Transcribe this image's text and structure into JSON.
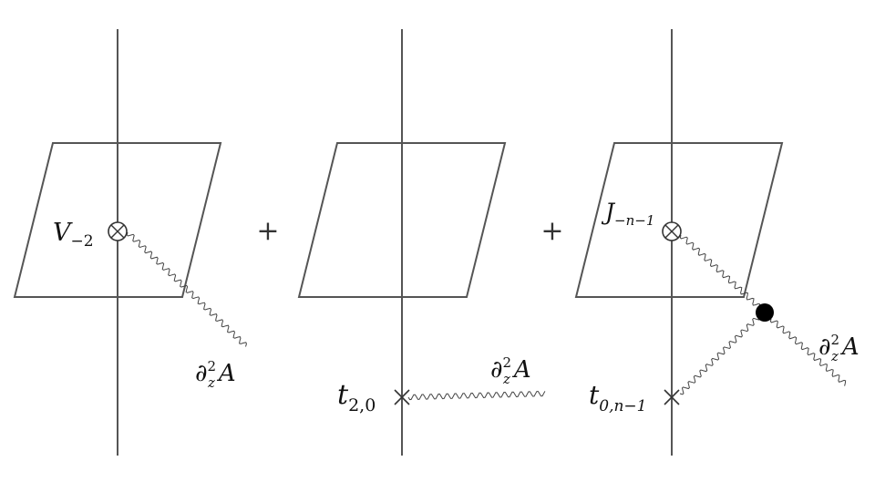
{
  "panels": [
    {
      "insertion": {
        "symbol": "V",
        "subscript": "−2",
        "marker": "otimes-icon"
      },
      "field": {
        "base": "∂",
        "sup": "2",
        "sub": "z",
        "name": "A"
      }
    },
    {
      "source": {
        "symbol": "t",
        "subscript": "2,0",
        "marker": "cross-icon"
      },
      "field": {
        "base": "∂",
        "sup": "2",
        "sub": "z",
        "name": "A"
      }
    },
    {
      "insertion": {
        "symbol": "J",
        "subscript": "−n−1",
        "marker": "otimes-icon"
      },
      "source": {
        "symbol": "t",
        "subscript": "0,n−1",
        "marker": "cross-icon"
      },
      "vertex": {
        "marker": "filled-dot-icon"
      },
      "field": {
        "base": "∂",
        "sup": "2",
        "sub": "z",
        "name": "A"
      }
    }
  ],
  "operators": [
    "+",
    "+"
  ]
}
